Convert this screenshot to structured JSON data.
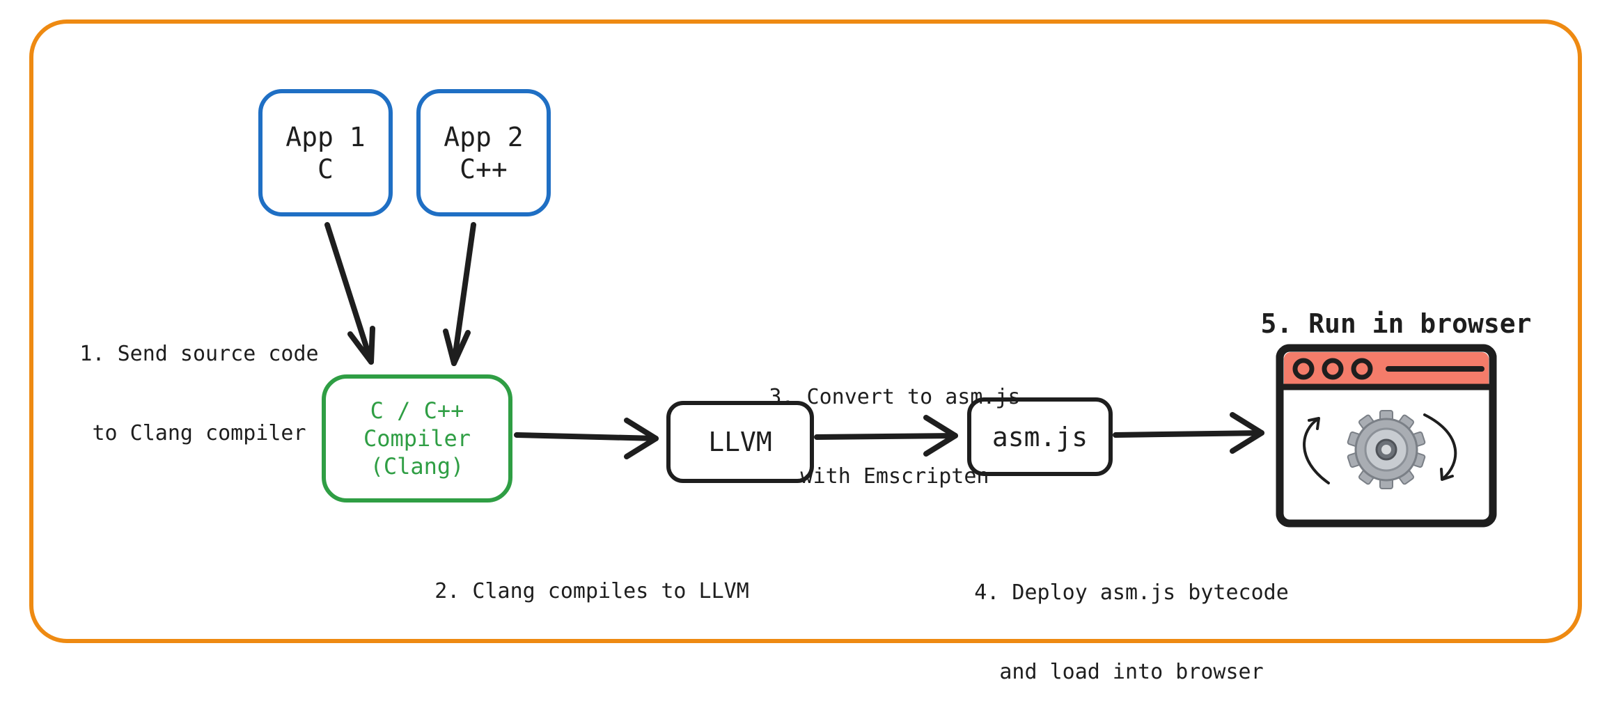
{
  "nodes": {
    "app1": {
      "line1": "App 1",
      "line2": "C"
    },
    "app2": {
      "line1": "App 2",
      "line2": "C++"
    },
    "compiler": {
      "line1": "C / C++",
      "line2": "Compiler",
      "line3": "(Clang)"
    },
    "llvm": {
      "label": "LLVM"
    },
    "asmjs": {
      "label": "asm.js"
    }
  },
  "steps": {
    "step1": {
      "line1": "1. Send source code",
      "line2": "to Clang compiler"
    },
    "step2": {
      "line1": "2. Clang compiles to LLVM"
    },
    "step3": {
      "line1": "3. Convert to asm.js",
      "line2": "with Emscripten"
    },
    "step4": {
      "line1": "4. Deploy asm.js bytecode",
      "line2": "and load into browser"
    },
    "step5": {
      "line1": "5. Run in browser"
    }
  },
  "icons": {
    "browser": "browser-window-with-gear-icon"
  },
  "colors": {
    "frame": "#ee8a12",
    "app_border": "#1f6fc4",
    "compiler": "#2f9e44",
    "ink": "#1e1e1e",
    "browser_titlebar": "#f47c6a"
  }
}
